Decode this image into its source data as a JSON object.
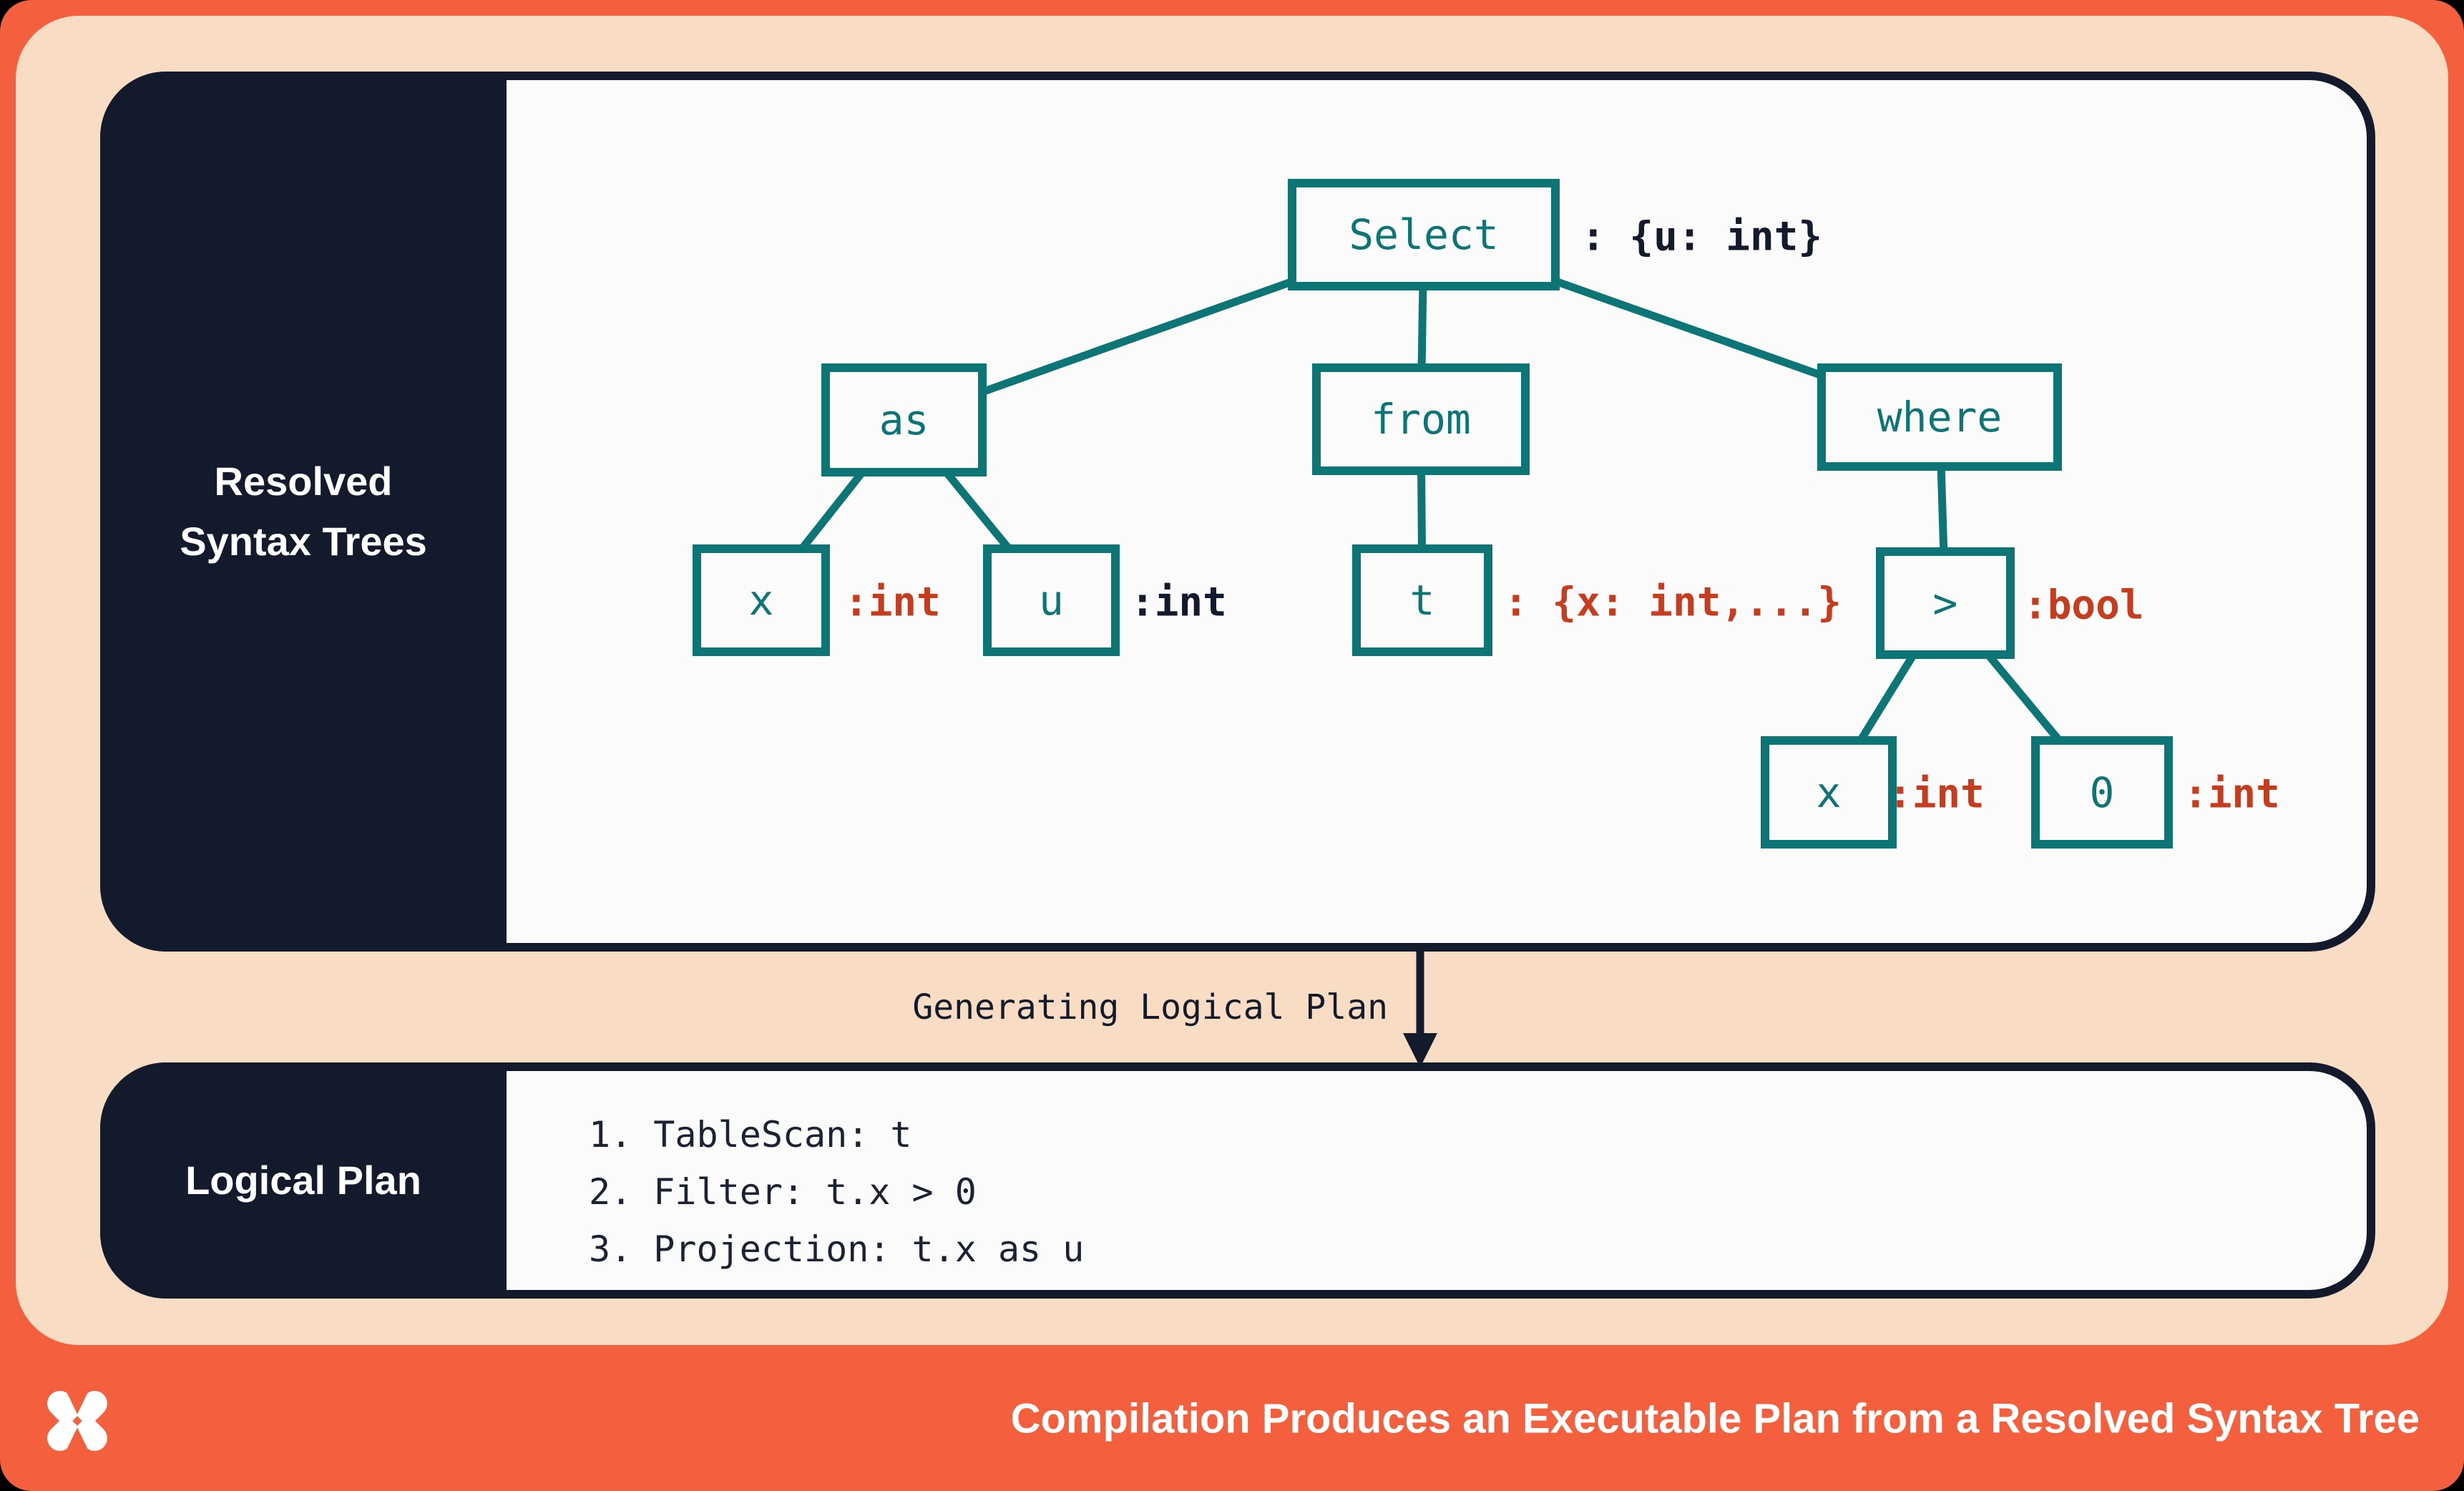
{
  "colors": {
    "frame_orange": "#f4603d",
    "peach": "#f8dcc3",
    "navy": "#121a2b",
    "teal": "#0e7577",
    "annotation_red": "#c53d1e",
    "panel_white": "#fbfbfb"
  },
  "resolved_panel": {
    "label_lines": [
      "Resolved",
      "Syntax Trees"
    ]
  },
  "tree": {
    "nodes": [
      {
        "id": "select",
        "label": "Select",
        "annotation": ": {u: int}",
        "annotation_color": "navy"
      },
      {
        "id": "as",
        "label": "as",
        "annotation": "",
        "annotation_color": ""
      },
      {
        "id": "from",
        "label": "from",
        "annotation": "",
        "annotation_color": ""
      },
      {
        "id": "where",
        "label": "where",
        "annotation": "",
        "annotation_color": ""
      },
      {
        "id": "x-alias",
        "label": "x",
        "annotation": ":int",
        "annotation_color": "red"
      },
      {
        "id": "u",
        "label": "u",
        "annotation": ":int",
        "annotation_color": "navy"
      },
      {
        "id": "t",
        "label": "t",
        "annotation": ": {x: int,...}",
        "annotation_color": "red"
      },
      {
        "id": "gt",
        "label": ">",
        "annotation": ":bool",
        "annotation_color": "red"
      },
      {
        "id": "x-operand",
        "label": "x",
        "annotation": ":int",
        "annotation_color": "red"
      },
      {
        "id": "zero",
        "label": "0",
        "annotation": ":int",
        "annotation_color": "red"
      }
    ]
  },
  "transition": {
    "label": "Generating Logical Plan"
  },
  "logical_panel": {
    "label": "Logical Plan",
    "steps": [
      "1. TableScan: t",
      "2. Filter: t.x > 0",
      "3. Projection: t.x as u"
    ]
  },
  "footer": {
    "title": "Compilation Produces an Executable Plan from a Resolved Syntax Tree",
    "logo": "pinwheel-x-logo"
  }
}
